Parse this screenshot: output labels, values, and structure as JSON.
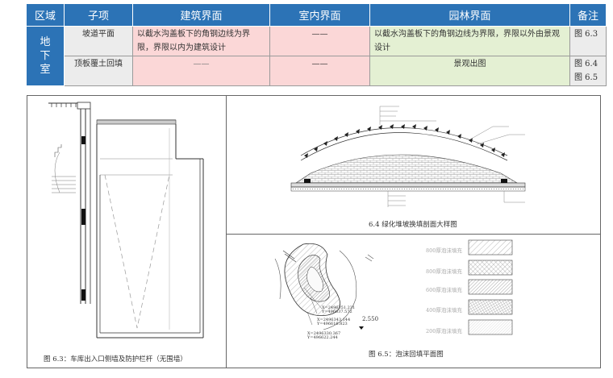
{
  "table": {
    "headers": [
      "区域",
      "子项",
      "建筑界面",
      "室内界面",
      "园林界面",
      "备注"
    ],
    "region": "地下室",
    "rows": [
      {
        "sub": "坡道平面",
        "architecture": "以截水沟盖板下的角钢边线为界限，界限以内为建筑设计",
        "interior": "——",
        "landscape": "以截水沟盖板下的角钢边线为界限，界限以外由景观设计",
        "note": "图 6.3"
      },
      {
        "sub": "顶板覆土回填",
        "architecture": "——",
        "interior": "——",
        "landscape": "景观出图",
        "note_lines": [
          "图 6.4",
          "图 6.5"
        ]
      }
    ]
  },
  "figures": {
    "fig63": {
      "caption": "图 6.3：车库出入口侧墙及防护栏杆（无围墙）"
    },
    "fig64": {
      "caption": "6.4 绿化堆坡换填剖面大样图"
    },
    "fig65": {
      "caption": "图 6.5：泡沫回填平面图",
      "legend": [
        {
          "label": "800厚泡沫填充",
          "pattern": "hatch-sparse"
        },
        {
          "label": "800厚泡沫填充",
          "pattern": "hatch-cross"
        },
        {
          "label": "600厚泡沫填充",
          "pattern": "hatch-dense"
        },
        {
          "label": "400厚泡沫填充",
          "pattern": "hatch-diag"
        },
        {
          "label": "200厚泡沫填充",
          "pattern": "hatch-fine"
        }
      ],
      "coords": [
        {
          "x": "X=2496351.231",
          "y": "Y=496637.572"
        },
        {
          "x": "X=2496343.144",
          "y": "Y=496616.823"
        },
        {
          "x": "X=2496330.367",
          "y": "Y=496622.244"
        }
      ],
      "elevation": "2.550"
    }
  },
  "colors": {
    "header_blue": "#2c73b6",
    "arch_pink": "#fbd7d7",
    "landscape_green": "#e4f0d3",
    "neutral_gray": "#ececec"
  }
}
